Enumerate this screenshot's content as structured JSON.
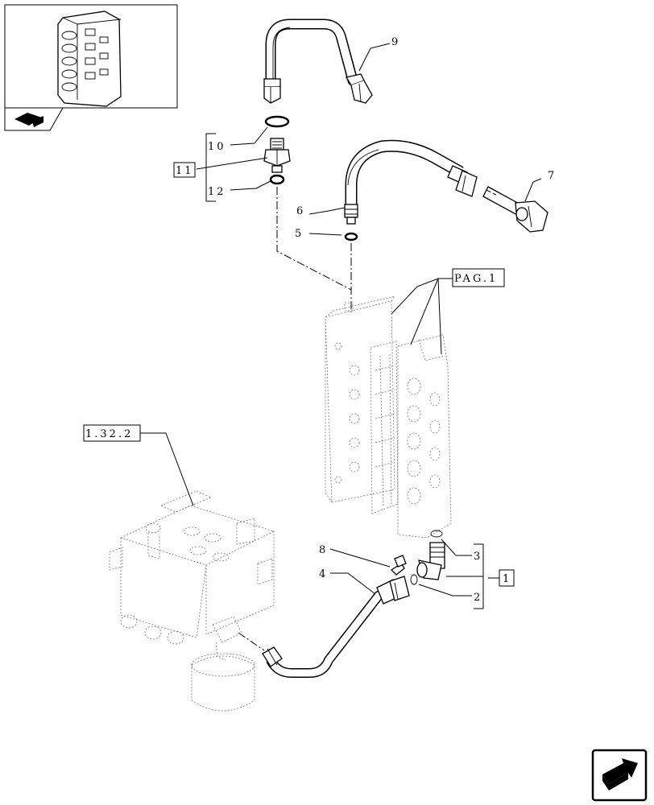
{
  "callouts": {
    "c1": "1",
    "c2": "2",
    "c3": "3",
    "c4": "4",
    "c5": "5",
    "c6": "6",
    "c7": "7",
    "c8": "8",
    "c9": "9",
    "c10": "10",
    "c11": "11",
    "c12": "12"
  },
  "references": {
    "pag": "PAG.1",
    "section": "1.32.2"
  },
  "icons": {
    "thumbnail": "valve-block-thumbnail",
    "book": "parts-book-icon",
    "nav": "next-page-arrow-icon"
  }
}
